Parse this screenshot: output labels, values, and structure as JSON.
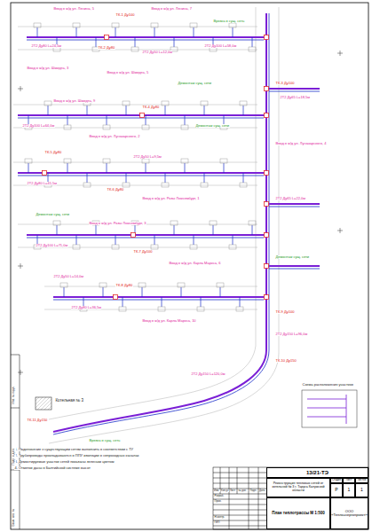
{
  "diagram": {
    "nodes": [
      {
        "text": [
          "13/21-ТЭ"
        ]
      },
      {
        "text": [
          "Реконструкция тепловых сетей от котельной № 3 г. Таруса Калужской области"
        ]
      },
      {
        "text": [
          "Стадия"
        ]
      },
      {
        "text": [
          "Лист"
        ]
      },
      {
        "text": [
          "Листов"
        ]
      },
      {
        "text": [
          "Р"
        ]
      },
      {
        "text": [
          "1"
        ]
      },
      {
        "text": [
          "1"
        ]
      },
      {
        "text": [
          "План теплотрассы М 1:500"
        ]
      },
      {
        "text": [
          "ООО «Теплоэнергопроект»"
        ]
      }
    ],
    "labels": [
      "Ввод в ж/д ул. Ленина, 5",
      "ТК-1 Ду100",
      "Ввод в ж/д ул. Ленина, 7",
      "Врезка в сущ. сеть",
      "2Т2 Ду80 L=24,5м",
      "ТК-2 Ду80",
      "2Т2 Ду50 L=12,0м",
      "2Т2 Ду100 L=58,0м",
      "Ввод в ж/д ул. Шмидта, 3",
      "Ввод в ж/д ул. Шмидта, 5",
      "Демонтаж сущ. сети",
      "ТК-3 Ду100",
      "2Т2 Ду65 L=18,5м",
      "Ввод в ж/д ул. Шмидта, 9",
      "ТК-4 Ду80",
      "2Т2 Ду100 L=64,0м",
      "Ввод в ж/д ул. Луначарского, 2",
      "Демонтаж сущ. сети",
      "ТК-5 Ду80",
      "2Т2 Ду50 L=9,5м",
      "Ввод в ж/д ул. Луначарского, 4",
      "2Т2 Ду80 L=41,5м",
      "ТК-6 Ду80",
      "Ввод в ж/д ул. Розы Люксембург, 1",
      "Демонтаж сущ. сети",
      "2Т2 Ду65 L=22,0м",
      "Ввод в ж/д ул. Розы Люксембург, 3",
      "2Т2 Ду100 L=71,0м",
      "ТК-7 Ду100",
      "Ввод в ж/д ул. Карла Маркса, 6",
      "Демонтаж сущ. сети",
      "2Т2 Ду50 L=14,0м",
      "ТК-8 Ду80",
      "2Т2 Ду80 L=36,5м",
      "Ввод в ж/д ул. Карла Маркса, 10",
      "ТК-9 Ду100",
      "2Т2 Ду150 L=96,0м",
      "ТК-10 Ду150",
      "2Т2 Ду150 L=120,0м",
      "Котельная № 3",
      "Врезка в сущ. сеть",
      "ТК-11 Ду150",
      "Схема расположения участков",
      "1. Подключение к существующим сетям выполнить в соответствии с ТУ",
      "2. Трубопроводы прокладываются в ППУ изоляции в непроходных каналах",
      "3. Демонтируемые участки сетей показаны зеленым цветом",
      "4. Отметки даны в Балтийской системе высот",
      "Изм.",
      "Кол.уч",
      "Лист",
      "№ док.",
      "Подп.",
      "Дата",
      "Разраб.",
      "Пров.",
      "Н.контр.",
      "ГИП",
      "Инв. № подл.",
      "Подп. и дата",
      "Взам. инв. №"
    ]
  }
}
